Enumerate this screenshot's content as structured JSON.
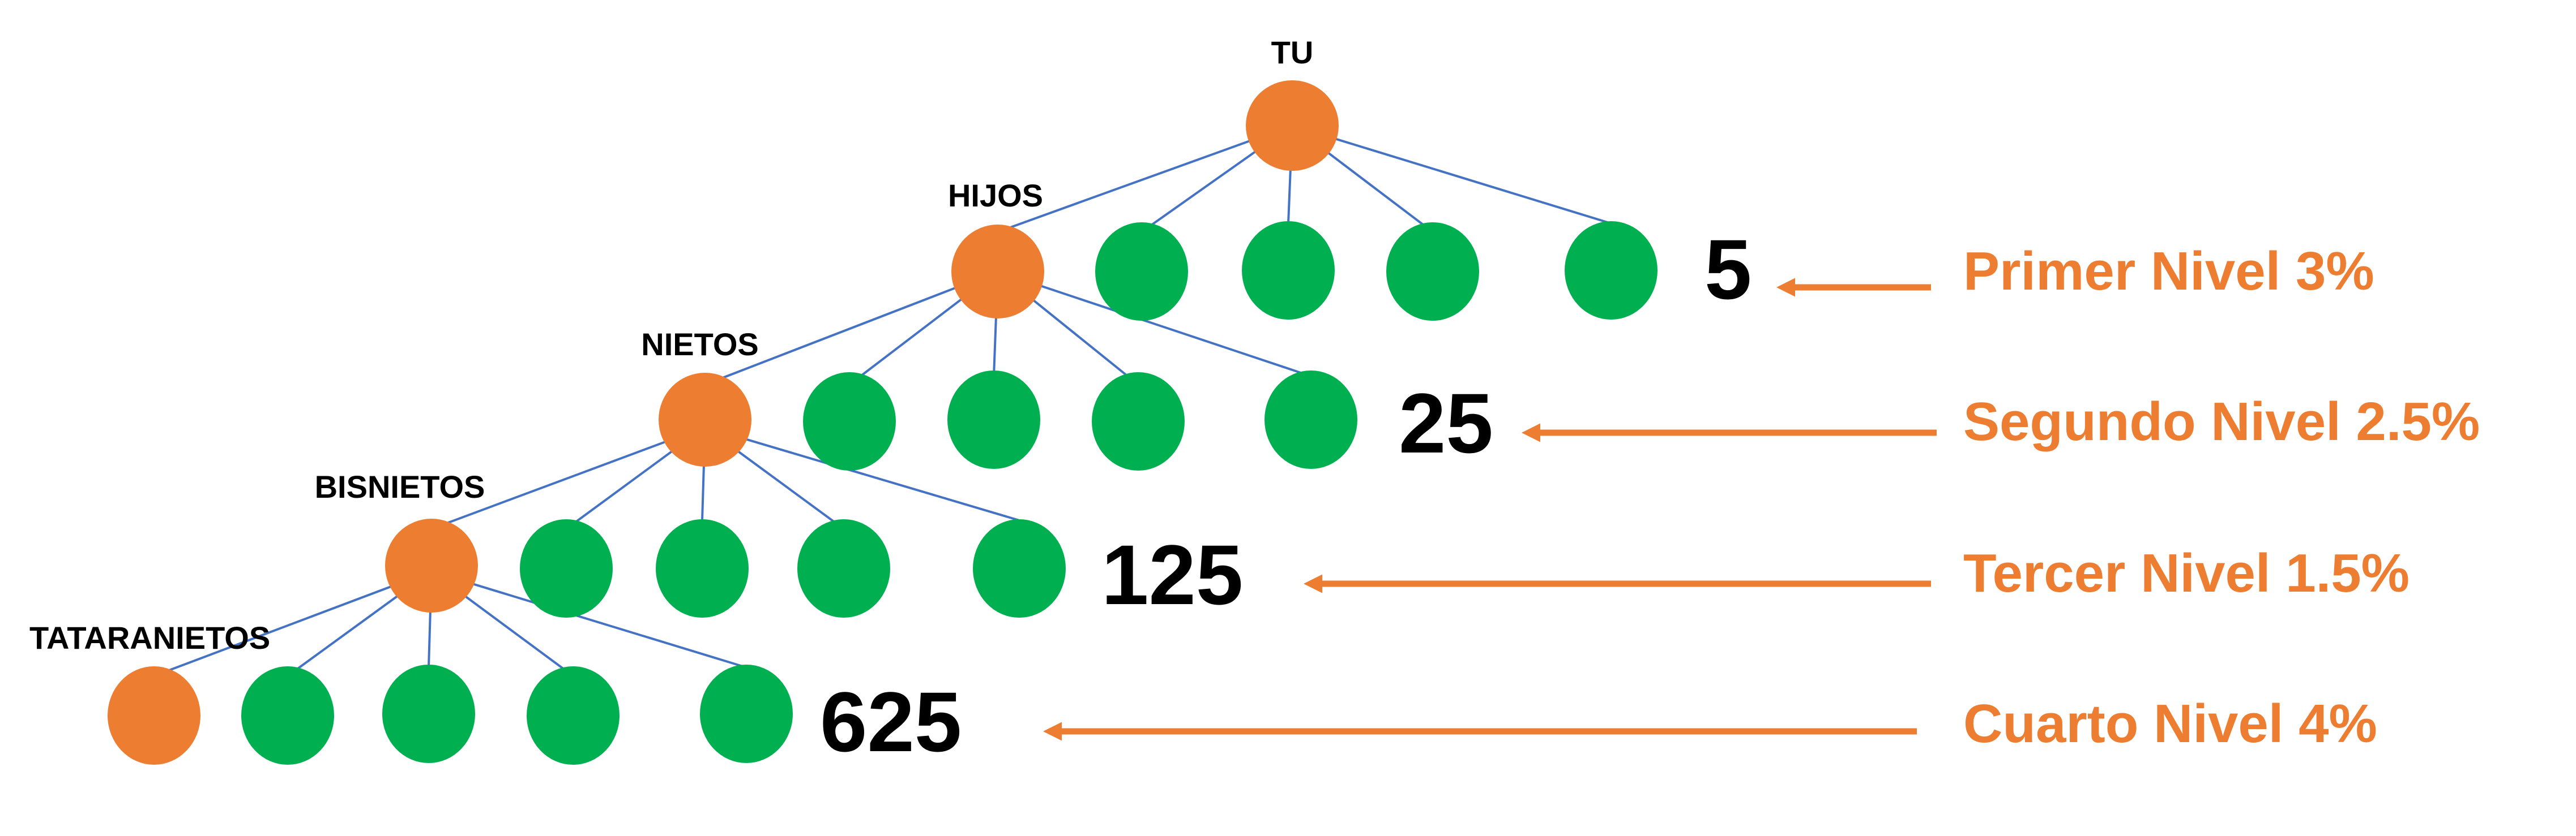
{
  "colors": {
    "orange": "#ED7D31",
    "green": "#00B050",
    "line": "#4472C4",
    "text": "#000000"
  },
  "labels": {
    "you": "TU",
    "children": "HIJOS",
    "grandchildren": "NIETOS",
    "great_grandchildren": "BISNIETOS",
    "great_great_grandchildren": "TATARANIETOS"
  },
  "counts": {
    "level1": "5",
    "level2": "25",
    "level3": "125",
    "level4": "625"
  },
  "levels": {
    "level1": "Primer Nivel 3%",
    "level2": "Segundo Nivel 2.5%",
    "level3": "Tercer Nivel 1.5%",
    "level4": "Cuarto Nivel 4%"
  }
}
